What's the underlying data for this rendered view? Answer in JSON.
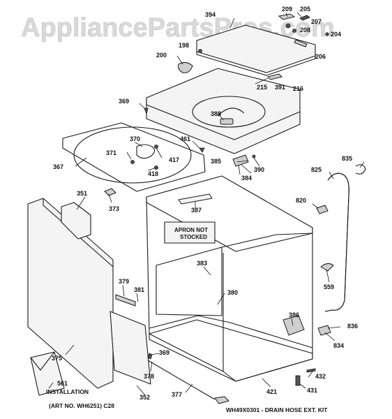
{
  "watermark": "AppliancePartsPros.com",
  "parts": [
    {
      "id": "394",
      "label": "394"
    },
    {
      "id": "209",
      "label": "209"
    },
    {
      "id": "205",
      "label": "205"
    },
    {
      "id": "207",
      "label": "207"
    },
    {
      "id": "208",
      "label": "208"
    },
    {
      "id": "204",
      "label": "204"
    },
    {
      "id": "206",
      "label": "206"
    },
    {
      "id": "198",
      "label": "198"
    },
    {
      "id": "200",
      "label": "200"
    },
    {
      "id": "215",
      "label": "215"
    },
    {
      "id": "391",
      "label": "391"
    },
    {
      "id": "216",
      "label": "216"
    },
    {
      "id": "369a",
      "label": "369"
    },
    {
      "id": "388",
      "label": "388"
    },
    {
      "id": "461",
      "label": "461"
    },
    {
      "id": "370",
      "label": "370"
    },
    {
      "id": "371",
      "label": "371"
    },
    {
      "id": "417",
      "label": "417"
    },
    {
      "id": "418",
      "label": "418"
    },
    {
      "id": "367",
      "label": "367"
    },
    {
      "id": "385",
      "label": "385"
    },
    {
      "id": "390",
      "label": "390"
    },
    {
      "id": "384",
      "label": "384"
    },
    {
      "id": "835",
      "label": "835"
    },
    {
      "id": "825",
      "label": "825"
    },
    {
      "id": "351",
      "label": "351"
    },
    {
      "id": "373",
      "label": "373"
    },
    {
      "id": "387",
      "label": "387"
    },
    {
      "id": "820",
      "label": "820"
    },
    {
      "id": "383",
      "label": "383"
    },
    {
      "id": "379",
      "label": "379"
    },
    {
      "id": "381",
      "label": "381"
    },
    {
      "id": "380",
      "label": "380"
    },
    {
      "id": "559",
      "label": "559"
    },
    {
      "id": "386",
      "label": "386"
    },
    {
      "id": "836",
      "label": "836"
    },
    {
      "id": "834",
      "label": "834"
    },
    {
      "id": "375",
      "label": "375"
    },
    {
      "id": "369b",
      "label": "369"
    },
    {
      "id": "378",
      "label": "378"
    },
    {
      "id": "432",
      "label": "432"
    },
    {
      "id": "561",
      "label": "561"
    },
    {
      "id": "352",
      "label": "352"
    },
    {
      "id": "377",
      "label": "377"
    },
    {
      "id": "421",
      "label": "421"
    },
    {
      "id": "431",
      "label": "431"
    }
  ],
  "notes": {
    "apron_line1": "APRON NOT",
    "apron_line2": "STOCKED",
    "installation": "INSTALLATION",
    "art_no": "(ART NO. WH6251) C28",
    "kit": "WH49X0301 - DRAIN HOSE EXT. KIT"
  }
}
